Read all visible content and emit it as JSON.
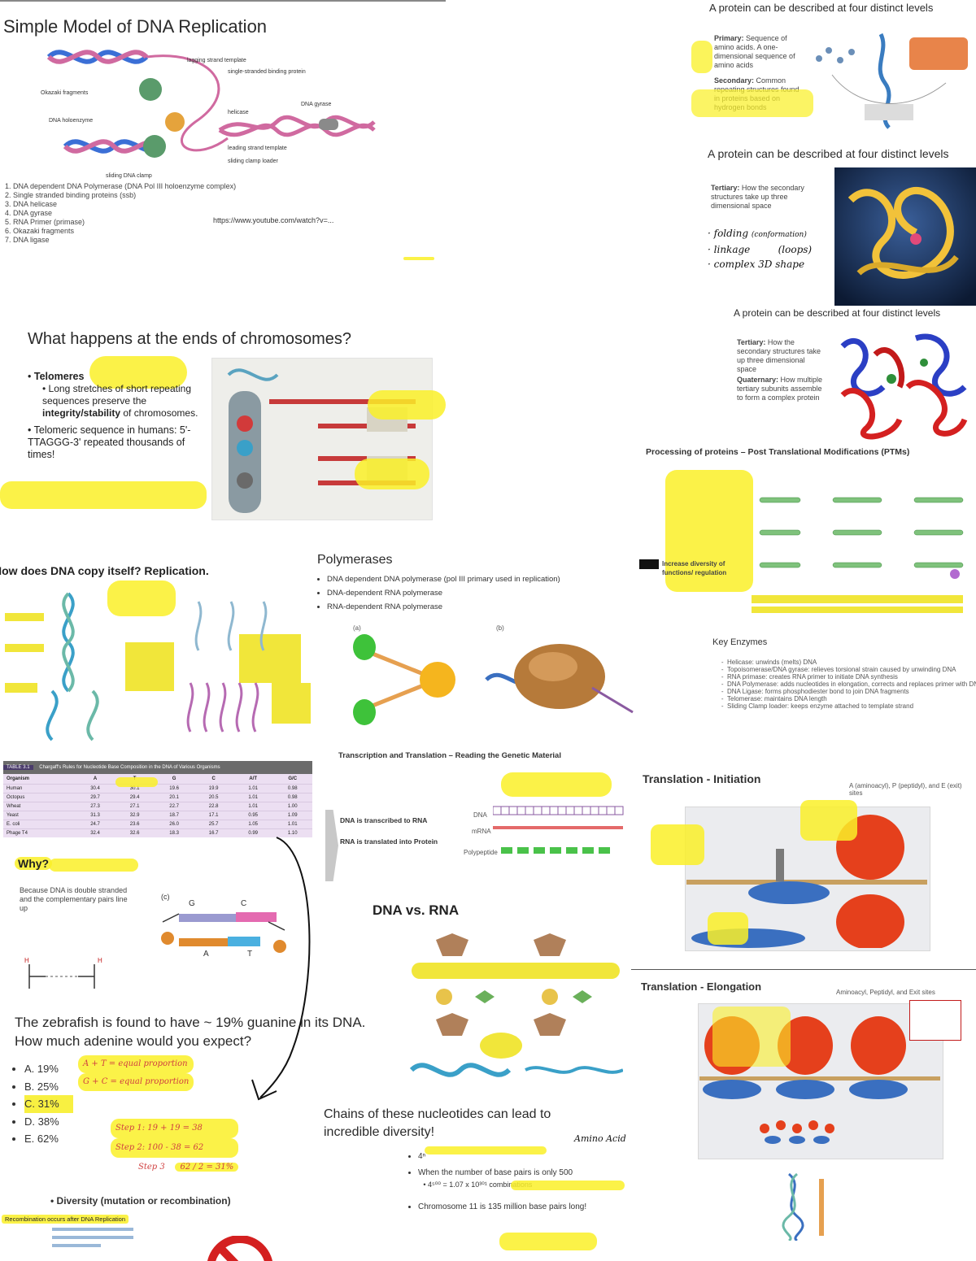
{
  "dna_replication": {
    "title": "Simple Model of DNA Replication",
    "numbered_list": [
      "1. DNA dependent DNA Polymerase (DNA Pol III holoenzyme complex)",
      "2. Single stranded binding proteins (ssb)",
      "3. DNA helicase",
      "4. DNA gyrase",
      "5. RNA Primer (primase)",
      "6. Okazaki fragments",
      "7. DNA ligase"
    ],
    "link": "https://www.youtube.com/watch?v=..."
  },
  "protein_levels_1": {
    "title": "A protein can be described at four distinct levels",
    "primary_label": "Primary:",
    "primary_text": "Sequence of amino acids. A one-dimensional sequence of amino acids",
    "secondary_label": "Secondary:",
    "secondary_text": "Common repeating structures found in proteins based on hydrogen bonds"
  },
  "protein_levels_2": {
    "title": "A protein can be described at four distinct levels",
    "tertiary_label": "Tertiary:",
    "tertiary_text": "How the secondary structures take up three dimensional space",
    "handwritten": [
      "folding",
      "linkage",
      "complex 3D shape"
    ],
    "hw_loops": "(loops)"
  },
  "protein_levels_3": {
    "title": "A protein can be described at four distinct levels",
    "tertiary_label": "Tertiary:",
    "tertiary_text": "How the secondary structures take up three dimensional space",
    "quaternary_label": "Quaternary:",
    "quaternary_text": "How multiple tertiary subunits assemble to form a complex protein"
  },
  "ptm": {
    "title": "Processing of proteins – Post Translational Modifications (PTMs)",
    "side_label": "Increase diversity of functions/ regulation"
  },
  "chromosome_ends": {
    "title": "What happens at the ends of chromosomes?",
    "telomeres_label": "Telomeres",
    "telomeres_sub": "Long stretches of short repeating sequences preserve the",
    "telomeres_bold": "integrity/stability",
    "telomeres_tail": "of chromosomes.",
    "sequence_text": "Telomeric sequence in humans: 5'-TTAGGG-3' repeated thousands of times!"
  },
  "key_enzymes": {
    "title": "Key Enzymes",
    "items": [
      "Helicase: unwinds (melts) DNA",
      "Topoisomerase/DNA gyrase: relieves torsional strain caused by unwinding DNA",
      "RNA primase: creates RNA primer to initiate DNA synthesis",
      "DNA Polymerase: adds nucleotides in elongation, corrects and replaces primer with DNA",
      "DNA Ligase: forms phosphodiester bond to join DNA fragments",
      "Telomerase: maintains DNA length",
      "Sliding Clamp loader: keeps enzyme attached to template strand"
    ]
  },
  "copy_itself": {
    "title": "How does DNA copy itself? Replication."
  },
  "polymerases": {
    "title": "Polymerases",
    "items": [
      "DNA dependent DNA polymerase (pol III primary used in replication)",
      "DNA-dependent RNA polymerase",
      "RNA-dependent RNA polymerase"
    ],
    "label_a": "(a)",
    "label_b": "(b)"
  },
  "chargaff": {
    "table_tag": "TABLE 3.1",
    "table_title": "Chargaff's Rules for Nucleotide Base Composition in the DNA of Various Organisms",
    "headers": [
      "Organism",
      "A",
      "T",
      "G",
      "C",
      "A/T",
      "G/C"
    ],
    "rows": [
      [
        "Human",
        "30.4",
        "30.1",
        "19.6",
        "19.9",
        "1.01",
        "0.98"
      ],
      [
        "Octopus",
        "29.7",
        "29.4",
        "20.1",
        "20.5",
        "1.01",
        "0.98"
      ],
      [
        "Wheat",
        "27.3",
        "27.1",
        "22.7",
        "22.8",
        "1.01",
        "1.00"
      ],
      [
        "Yeast",
        "31.3",
        "32.9",
        "18.7",
        "17.1",
        "0.95",
        "1.09"
      ],
      [
        "E. coli",
        "24.7",
        "23.6",
        "26.0",
        "25.7",
        "1.05",
        "1.01"
      ],
      [
        "Phage T4",
        "32.4",
        "32.6",
        "18.3",
        "16.7",
        "0.99",
        "1.10"
      ]
    ],
    "why_label": "Why?",
    "why_note": "Because DNA is double stranded and the complementary pairs line up"
  },
  "transcription": {
    "title": "Transcription and Translation – Reading the Genetic Material",
    "line1": "DNA is transcribed to RNA",
    "line2": "RNA is translated into Protein",
    "dna_label": "DNA",
    "mrna_label": "mRNA",
    "poly_label": "Polypeptide"
  },
  "translation_init": {
    "title": "Translation - Initiation",
    "subtitle": "A (aminoacyl), P (peptidyl), and E (exit) sites"
  },
  "translation_elong": {
    "title": "Translation - Elongation",
    "subtitle": "Aminoacyl, Peptidyl, and Exit sites"
  },
  "dna_vs_rna": {
    "title": "DNA vs. RNA"
  },
  "zebrafish": {
    "question": "The zebrafish is found to have ~ 19% guanine in its DNA. How much adenine would you expect?",
    "options": [
      "A. 19%",
      "B. 25%",
      "C. 31%",
      "D. 38%",
      "E. 62%"
    ],
    "hw_rule1": "A + T = equal proportion",
    "hw_rule2": "G + C = equal proportion",
    "hw_step1": "Step 1: 19 + 19 = 38",
    "hw_step2": "Step 2: 100 - 38 = 62",
    "hw_step3": "62 / 2 = 31%",
    "hw_step3_label": "Step 3"
  },
  "diversity": {
    "title": "Chains of these nucleotides can lead to incredible diversity!",
    "items": [
      "4ⁿ",
      "When the number of base pairs is only 500",
      "4⁵⁰⁰ = 1.07 x 10³⁰¹ combinations",
      "Chromosome 11 is 135 million base pairs long!"
    ],
    "hw_note": "Amino Acid",
    "bottom_bullet": "Diversity (mutation or recombination)",
    "bottom_tag": "Recombination occurs after DNA Replication"
  },
  "colors": {
    "highlight": "#f7ee2c",
    "ribosome": "#e5401c",
    "table_purple": "#6b4e8a",
    "ink": "#2a2a2a"
  }
}
